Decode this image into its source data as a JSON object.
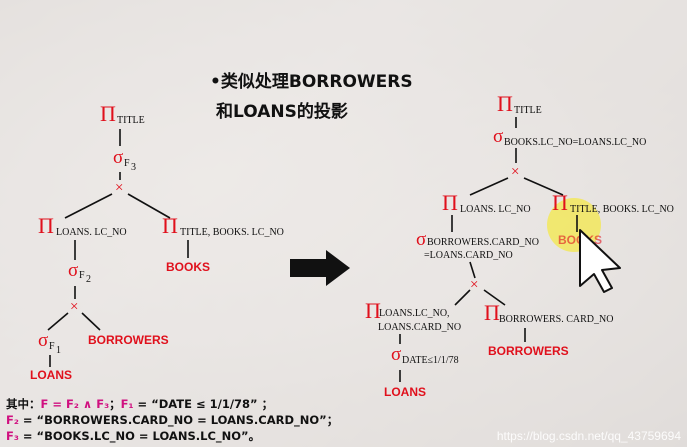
{
  "heading": {
    "line1": "•类似处理BORROWERS",
    "line2": "和LOANS的投影"
  },
  "left_tree": {
    "root": {
      "symbol": "Π",
      "sub": "TITLE"
    },
    "select_f3": {
      "symbol": "σ",
      "sub": "F",
      "subsub": "3"
    },
    "join_top": "×",
    "proj_loans": {
      "symbol": "Π",
      "sub": "LOANS. LC_NO"
    },
    "proj_books": {
      "symbol": "Π",
      "sub": "TITLE, BOOKS. LC_NO"
    },
    "select_f2": {
      "symbol": "σ",
      "sub": "F",
      "subsub": "2"
    },
    "books": "BOOKS",
    "join_mid": "×",
    "select_f1": {
      "symbol": "σ",
      "sub": "F",
      "subsub": "1"
    },
    "borrowers": "BORROWERS",
    "loans": "LOANS"
  },
  "right_tree": {
    "root": {
      "symbol": "Π",
      "sub": "TITLE"
    },
    "select_top": {
      "symbol": "σ",
      "sub": "BOOKS.LC_NO=LOANS.LC_NO"
    },
    "join_top": "×",
    "proj_loans": {
      "symbol": "Π",
      "sub": "LOANS. LC_NO"
    },
    "proj_books": {
      "symbol": "Π",
      "sub": "TITLE, BOOKS. LC_NO"
    },
    "select_card": {
      "symbol": "σ",
      "sub1": "BORROWERS.CARD_NO",
      "sub2": "=LOANS.CARD_NO"
    },
    "books": "BOOKS",
    "join_mid": "×",
    "proj_loans2": {
      "symbol": "Π",
      "sub1": "LOANS.LC_NO,",
      "sub2": "LOANS.CARD_NO"
    },
    "proj_borrowers": {
      "symbol": "Π",
      "sub": "BORROWERS. CARD_NO"
    },
    "select_date": {
      "symbol": "σ",
      "sub": "DATE≤1/1/78"
    },
    "borrowers": "BORROWERS",
    "loans": "LOANS"
  },
  "footnote": {
    "line1_prefix": "其中：",
    "line1_f": "F = F₂ ∧ F₃",
    "line1_sep": "；",
    "line1_f1": "F₁",
    "line1_rest": " = “DATE ≤ 1/1/78” ；",
    "line2_label": "F₂",
    "line2_text": " = “BORROWERS.CARD_NO = LOANS.CARD_NO”；",
    "line3_label": "F₃",
    "line3_text": " = “BOOKS.LC_NO = LOANS.LC_NO”。"
  },
  "watermark": "https://blog.csdn.net/qq_43759694",
  "colors": {
    "operator": "#e0101c",
    "relation": "#e0101c",
    "footnote_accent": "#d01080",
    "highlight": "#f4e84a"
  }
}
